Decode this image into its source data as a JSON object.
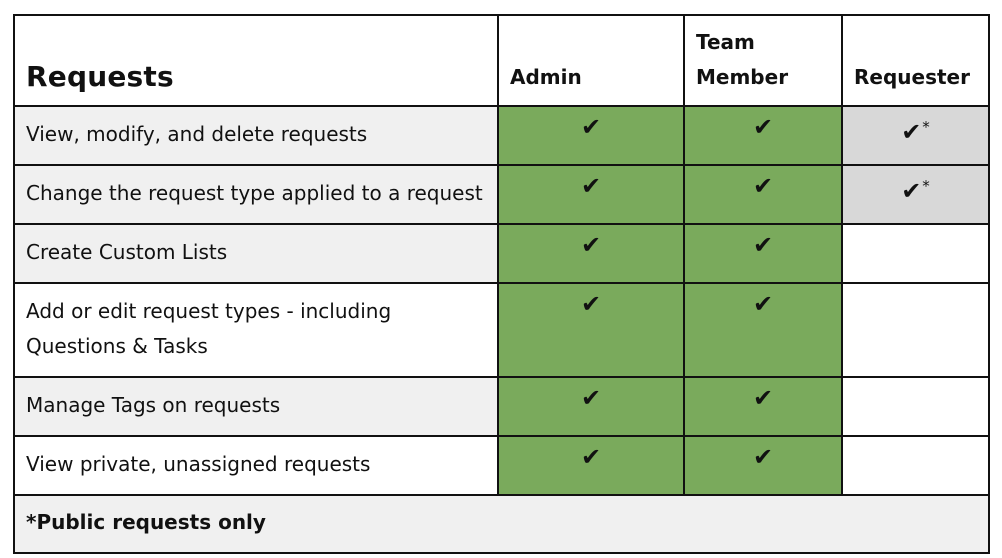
{
  "title": "Requests",
  "columns": [
    "Admin",
    "Team\nMember",
    "Requester"
  ],
  "check_symbol": "✔",
  "asterisk": "*",
  "colors": {
    "green": "#7aaa5c",
    "grey": "#d8d8d8",
    "row_bg": "#f0f0f0"
  },
  "rows": [
    {
      "label": "View, modify, and delete requests",
      "admin": true,
      "team_member": true,
      "requester": "public"
    },
    {
      "label": "Change the request type applied to a request",
      "admin": true,
      "team_member": true,
      "requester": "public"
    },
    {
      "label": "Create Custom Lists",
      "admin": true,
      "team_member": true,
      "requester": "none"
    },
    {
      "label": "Add or edit request types - including Questions & Tasks",
      "admin": true,
      "team_member": true,
      "requester": "none"
    },
    {
      "label": "Manage Tags on requests",
      "admin": true,
      "team_member": true,
      "requester": "none"
    },
    {
      "label": "View private, unassigned requests",
      "admin": true,
      "team_member": true,
      "requester": "none"
    }
  ],
  "footnote": "*Public requests only"
}
